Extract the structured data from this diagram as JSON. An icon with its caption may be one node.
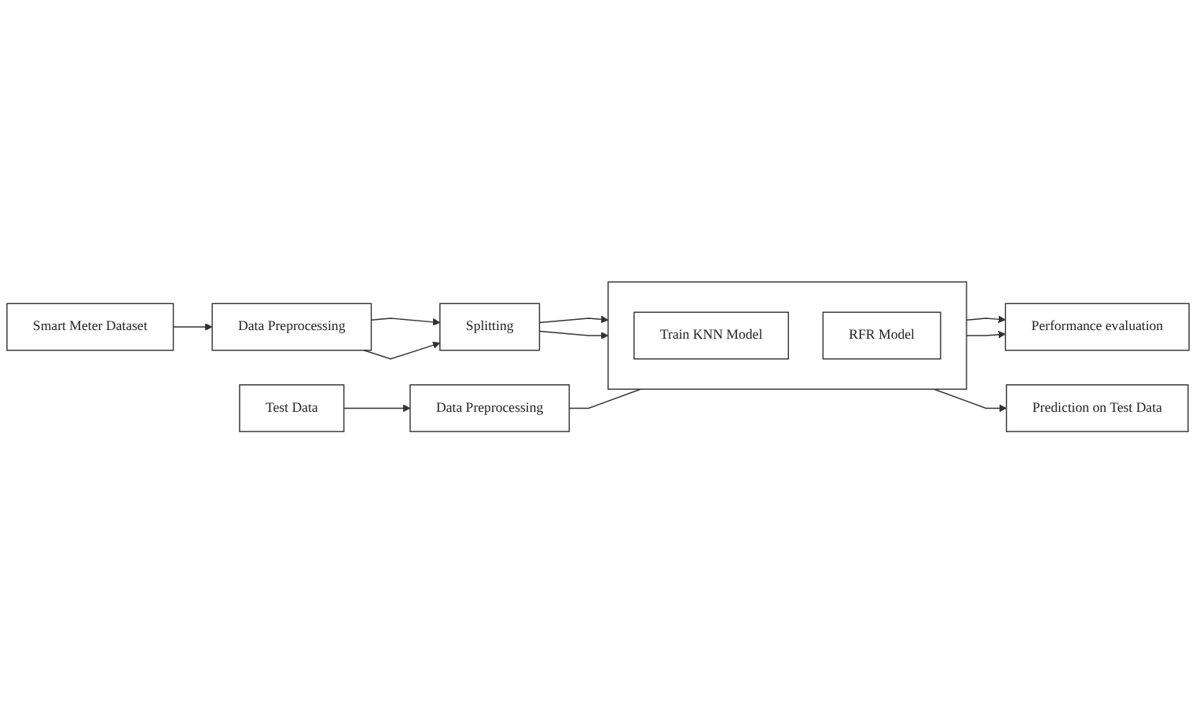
{
  "diagram": {
    "nodes": [
      {
        "text": [
          "Smart Meter Dataset"
        ]
      },
      {
        "text": [
          "Data Preprocessing"
        ]
      },
      {
        "text": [
          "Splitting"
        ]
      },
      {
        "text": [],
        "shape": "box"
      },
      {
        "text": [
          "Train KNN Model"
        ],
        "in": 3
      },
      {
        "text": [
          "Performance evaluation"
        ]
      },
      {
        "text": [
          "Test Data"
        ]
      },
      {
        "text": [
          "Data Preprocessing"
        ]
      },
      {
        "text": [
          "RFR Model"
        ],
        "in": 3
      },
      {
        "text": [
          "Prediction on Test Data"
        ]
      }
    ],
    "edges": [
      {
        "from": 0,
        "to": 1,
        "arrow": "to"
      },
      {
        "from": 1,
        "to": 2,
        "arrow": "to"
      },
      {
        "from": 1,
        "to": 2,
        "arrow": "to"
      },
      {
        "from": 2,
        "to": 3,
        "arrow": "to"
      },
      {
        "from": 2,
        "to": 3,
        "arrow": "to"
      },
      {
        "from": 3,
        "to": 5,
        "arrow": "to"
      },
      {
        "from": 3,
        "to": 5,
        "arrow": "to"
      },
      {
        "from": 6,
        "to": 7,
        "arrow": "to"
      },
      {
        "from": 7,
        "to": 3,
        "arrow": "none"
      },
      {
        "from": 3,
        "to": 9,
        "arrow": "to"
      }
    ]
  }
}
